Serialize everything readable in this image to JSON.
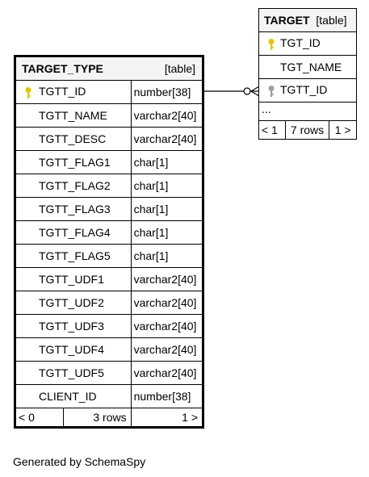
{
  "target_type": {
    "name": "TARGET_TYPE",
    "kind": "[table]",
    "columns": [
      {
        "name": "TGTT_ID",
        "type": "number[38]",
        "pk": true
      },
      {
        "name": "TGTT_NAME",
        "type": "varchar2[40]"
      },
      {
        "name": "TGTT_DESC",
        "type": "varchar2[40]"
      },
      {
        "name": "TGTT_FLAG1",
        "type": "char[1]"
      },
      {
        "name": "TGTT_FLAG2",
        "type": "char[1]"
      },
      {
        "name": "TGTT_FLAG3",
        "type": "char[1]"
      },
      {
        "name": "TGTT_FLAG4",
        "type": "char[1]"
      },
      {
        "name": "TGTT_FLAG5",
        "type": "char[1]"
      },
      {
        "name": "TGTT_UDF1",
        "type": "varchar2[40]"
      },
      {
        "name": "TGTT_UDF2",
        "type": "varchar2[40]"
      },
      {
        "name": "TGTT_UDF3",
        "type": "varchar2[40]"
      },
      {
        "name": "TGTT_UDF4",
        "type": "varchar2[40]"
      },
      {
        "name": "TGTT_UDF5",
        "type": "varchar2[40]"
      },
      {
        "name": "CLIENT_ID",
        "type": "number[38]"
      }
    ],
    "footer": {
      "parents": "< 0",
      "rows": "3 rows",
      "children": "1 >"
    }
  },
  "target": {
    "name": "TARGET",
    "kind": "[table]",
    "columns": [
      {
        "name": "TGT_ID",
        "pk": true
      },
      {
        "name": "TGT_NAME"
      },
      {
        "name": "TGTT_ID",
        "fk": true
      }
    ],
    "ellipsis": "...",
    "footer": {
      "parents": "< 1",
      "rows": "7 rows",
      "children": "1 >"
    }
  },
  "colors": {
    "pk_key": "#e8c400",
    "fk_key": "#a0a0a0",
    "header_bg": "#f4f4f4"
  },
  "generated_by": "Generated by SchemaSpy"
}
